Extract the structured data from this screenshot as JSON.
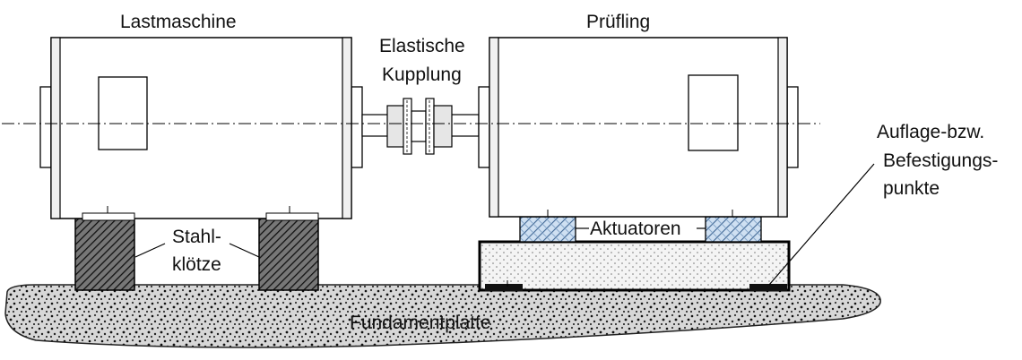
{
  "labels": {
    "load_machine": "Lastmaschine",
    "test_specimen": "Prüfling",
    "coupling_line1": "Elastische",
    "coupling_line2": "Kupplung",
    "support_line1": "Auflage-bzw.",
    "support_line2": "Befestigungs-",
    "support_line3": "punkte",
    "steel_line1": "Stahl-",
    "steel_line2": "klötze",
    "actuators": "Aktuatoren",
    "foundation": "Fundamentplatte"
  },
  "colors": {
    "line": "#000000",
    "machine_fill": "#e8e8e8",
    "block_fill": "#555555",
    "actuator_fill": "#c8dcf0",
    "base_fill": "#f2f2f2",
    "foundation_fill": "#d9d9d9"
  }
}
